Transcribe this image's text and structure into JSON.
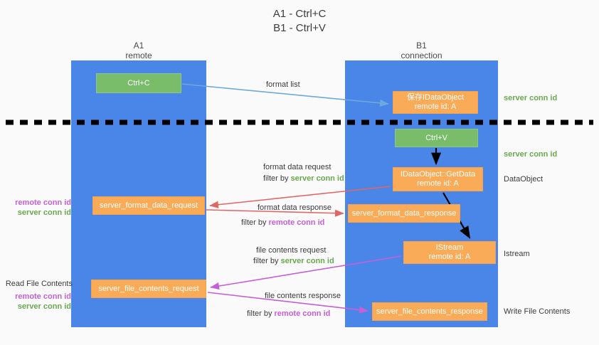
{
  "title": {
    "line1": "A1 - Ctrl+C",
    "line2": "B1 - Ctrl+V"
  },
  "lanes": [
    {
      "id": "a1",
      "name": "A1",
      "sub": "remote",
      "color": "#4a86e8"
    },
    {
      "id": "b1",
      "name": "B1",
      "sub": "connection",
      "color": "#4a86e8"
    }
  ],
  "colors": {
    "lane": "#4a86e8",
    "green_box": "#79bd6b",
    "orange_box": "#f9ab57",
    "server_conn": "#6aa84f",
    "remote_conn": "#c55fd6",
    "format_list_arrow": "#6fa8dc",
    "format_data_arrow": "#e06666",
    "file_contents_arrow": "#c55fd6",
    "black_arrow": "#000000",
    "divider": "#000000",
    "background": "#fafafa"
  },
  "boxes": [
    {
      "id": "ctrl-c",
      "lane": "a1",
      "style": "green",
      "line1": "Ctrl+C",
      "line2": ""
    },
    {
      "id": "save-idataobject",
      "lane": "b1",
      "style": "orange",
      "line1": "保存IDataObject",
      "line2": "remote id: A"
    },
    {
      "id": "ctrl-v",
      "lane": "b1",
      "style": "green",
      "line1": "Ctrl+V",
      "line2": ""
    },
    {
      "id": "idataobject-getdata",
      "lane": "b1",
      "style": "orange",
      "line1": "IDataObject::GetData",
      "line2": "remote id: A"
    },
    {
      "id": "server-format-data-request",
      "lane": "a1",
      "style": "orange",
      "line1": "server_format_data_request",
      "line2": ""
    },
    {
      "id": "server-format-data-response",
      "lane": "b1",
      "style": "orange",
      "line1": "server_format_data_response",
      "line2": ""
    },
    {
      "id": "istream",
      "lane": "b1",
      "style": "orange",
      "line1": "IStream",
      "line2": "remote id: A"
    },
    {
      "id": "server-file-contents-request",
      "lane": "a1",
      "style": "orange",
      "line1": "server_file_contents_request",
      "line2": ""
    },
    {
      "id": "server-file-contents-response",
      "lane": "b1",
      "style": "orange",
      "line1": "server_file_contents_response",
      "line2": ""
    }
  ],
  "arrow_captions": {
    "format_list": "format list",
    "format_data_request": "format data request",
    "format_data_request_filter_prefix": "filter by ",
    "format_data_request_filter_key": "server conn id",
    "format_data_response": "format data response",
    "format_data_response_filter_prefix": "filter by ",
    "format_data_response_filter_key": "remote conn id",
    "file_contents_request": "file contents request",
    "file_contents_request_filter_prefix": "filter by ",
    "file_contents_request_filter_key": "server conn id",
    "file_contents_response": "file contents response",
    "file_contents_response_filter_prefix": "filter by ",
    "file_contents_response_filter_key": "remote conn id"
  },
  "right_labels": [
    {
      "id": "server-conn-id-1",
      "text": "server conn id",
      "kind": "server"
    },
    {
      "id": "server-conn-id-2",
      "text": "server conn id",
      "kind": "server"
    },
    {
      "id": "dataobject",
      "text": "DataObject",
      "kind": "plain"
    },
    {
      "id": "istream",
      "text": "Istream",
      "kind": "plain"
    },
    {
      "id": "write-file",
      "text": "Write File Contents",
      "kind": "plain"
    }
  ],
  "left_labels": {
    "read_file_contents": "Read File Contents",
    "remote_conn_id": "remote conn id",
    "server_conn_id": "server conn id"
  }
}
